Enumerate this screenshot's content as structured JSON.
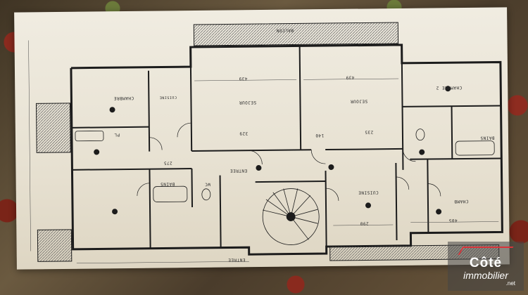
{
  "photo": {
    "subject": "floor plan sheet on patterned fabric",
    "colors": {
      "paper": "#ebe6d8",
      "ink": "#1f1f1f",
      "hatch": "#555555",
      "fabric": "#5a4a36"
    }
  },
  "plan_labels": {
    "balcon": "BALCON",
    "chambre_left": "CHAMBRE",
    "cuisine_left": "CUISINE",
    "sejour_1": "SEJOUR",
    "sejour_2": "SEJOUR",
    "chambre_2": "CHAMBRE 2",
    "bains_left": "BAINS",
    "entree_1": "ENTREE",
    "entree_2": "ENTREE",
    "cuisine_right": "CUISINE",
    "chambre_right": "CHAMB",
    "bains_right": "BAINS",
    "wc": "WC",
    "pl": "PL",
    "dim_439a": "439",
    "dim_439b": "439",
    "dim_405": "405",
    "dim_290": "290",
    "dim_329": "329",
    "dim_235": "235",
    "dim_140": "140",
    "dim_275": "275"
  },
  "watermark": {
    "line1": "Côté",
    "line2": "immobilier",
    "line3": ".net"
  }
}
